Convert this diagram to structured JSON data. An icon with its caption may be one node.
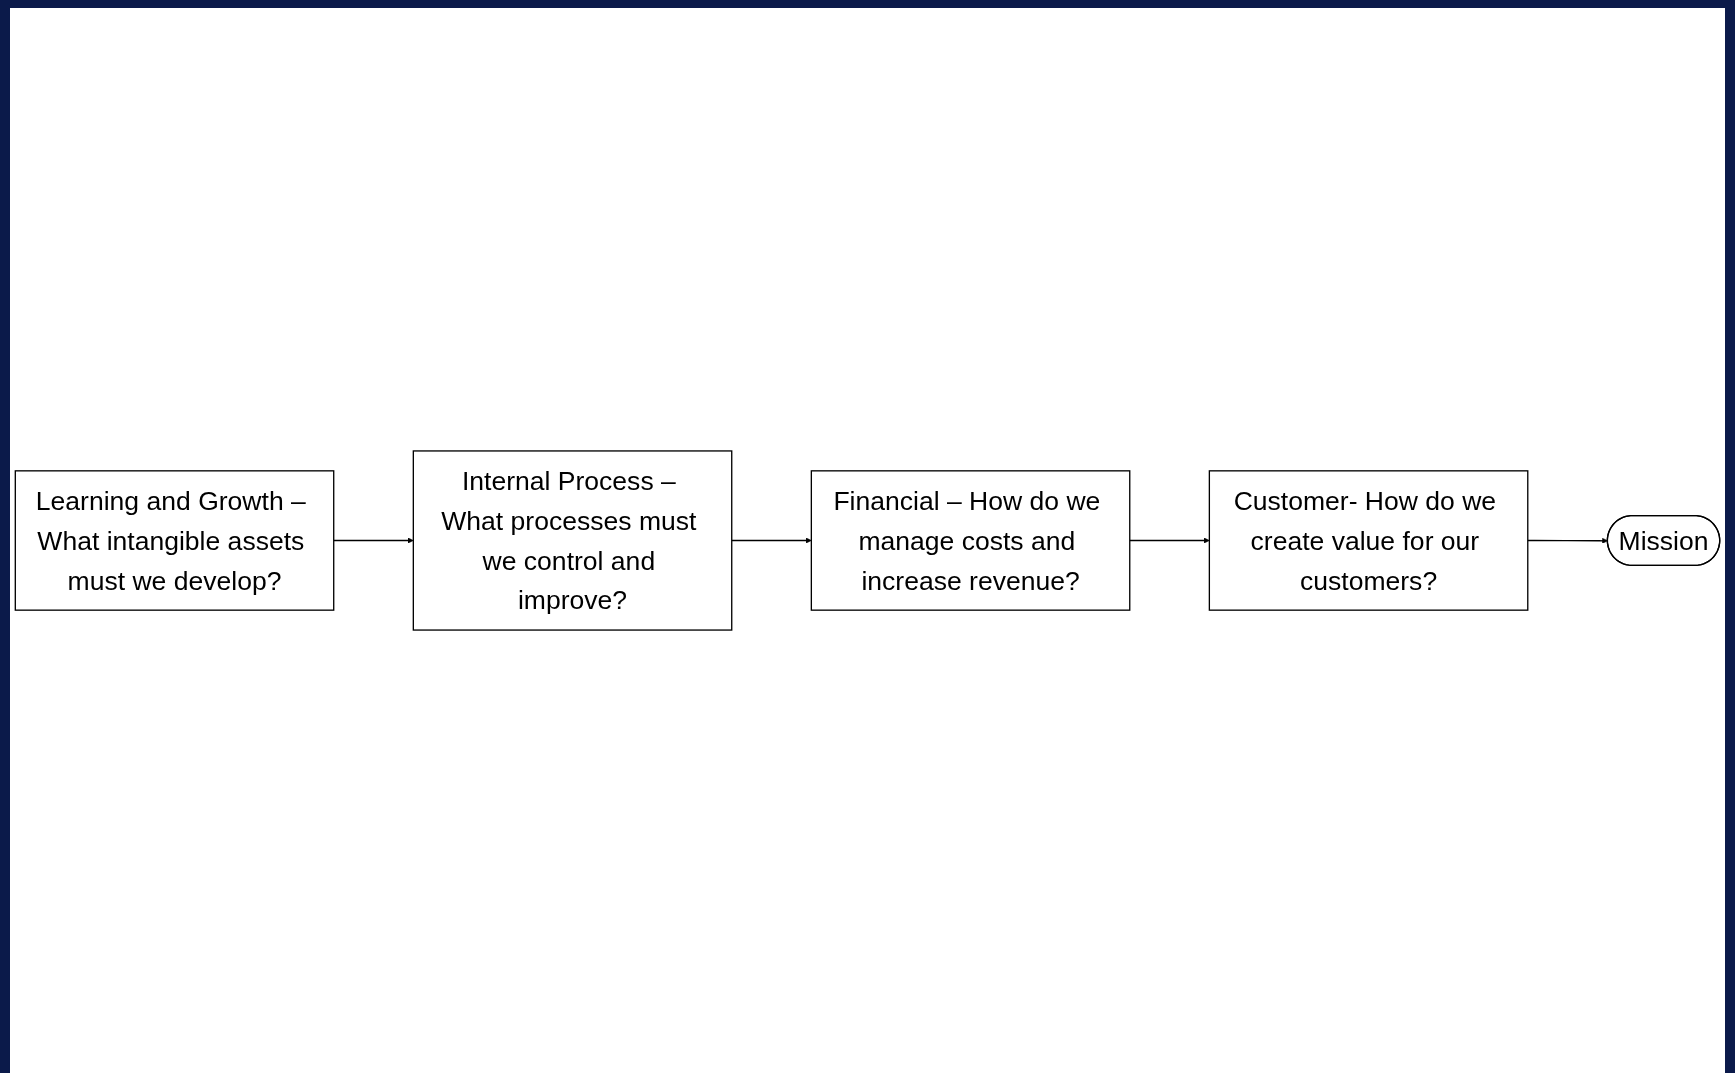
{
  "diagram": {
    "nodes": [
      {
        "text": [
          "Internal Process – What processes must we control and improve?"
        ]
      },
      {
        "text": [
          "Learning and Growth – What intangible assets must we develop?"
        ]
      },
      {
        "text": [
          "Mission"
        ]
      },
      {
        "text": [
          "Financial – How do we manage costs and increase revenue?"
        ]
      },
      {
        "text": [
          "Customer- How do we create value for our customers?"
        ]
      }
    ],
    "edges": [
      {
        "from": 1,
        "to": 0,
        "arrow": "to"
      },
      {
        "from": 0,
        "to": 3,
        "arrow": "to"
      },
      {
        "from": 3,
        "to": 4,
        "arrow": "to"
      },
      {
        "from": 4,
        "to": 2,
        "arrow": "to"
      }
    ]
  }
}
